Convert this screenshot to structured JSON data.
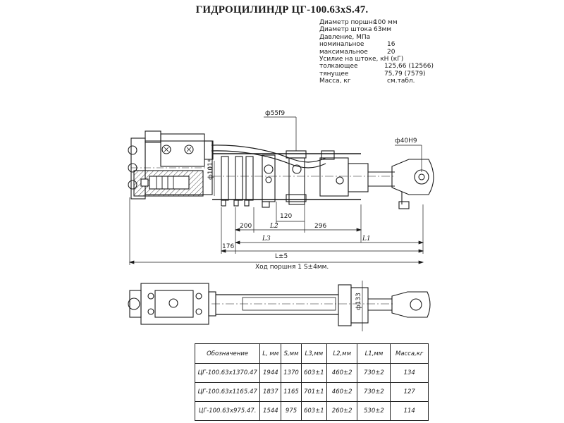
{
  "title": "ГИДРОЦИЛИНДР ЦГ-100.63хS.47.",
  "specs": [
    {
      "label": "Диаметр поршня",
      "value": "100 мм"
    },
    {
      "label": "Диаметр штока",
      "value": "63мм"
    },
    {
      "label": "Давление, МПа",
      "value": ""
    },
    {
      "label": "номинальное",
      "value": "16"
    },
    {
      "label": "максимальное",
      "value": "20"
    },
    {
      "label": "Усилие на штоке, кН (кГ)",
      "value": ""
    },
    {
      "label": "толкающее",
      "value": "125,66 (12566)"
    },
    {
      "label": "тянущее",
      "value": "75,79 (7579)"
    },
    {
      "label": "Масса, кг",
      "value": "см.табл."
    }
  ],
  "dimensions": {
    "d55": "ф55f9",
    "d40": "ф40Н9",
    "d101": "ф101*",
    "d133": "ф133",
    "d120": "120",
    "d200": "200",
    "d296": "296",
    "d176": "176",
    "l2": "L2",
    "l3": "L3",
    "l1": "L1",
    "ls": "L±5",
    "stroke": "Ход поршня 1 S±4мм."
  },
  "table": {
    "headers": [
      "Обозначение",
      "L, мм",
      "S,мм",
      "L3,мм",
      "L2,мм",
      "L1,мм",
      "Масса,кг"
    ],
    "rows": [
      [
        "ЦГ-100.63х1370.47",
        "1944",
        "1370",
        "603±1",
        "460±2",
        "730±2",
        "134"
      ],
      [
        "ЦГ-100.63х1165.47",
        "1837",
        "1165",
        "701±1",
        "460±2",
        "730±2",
        "127"
      ],
      [
        "ЦГ-100.63х975.47.",
        "1544",
        "975",
        "603±1",
        "260±2",
        "530±2",
        "114"
      ]
    ]
  }
}
